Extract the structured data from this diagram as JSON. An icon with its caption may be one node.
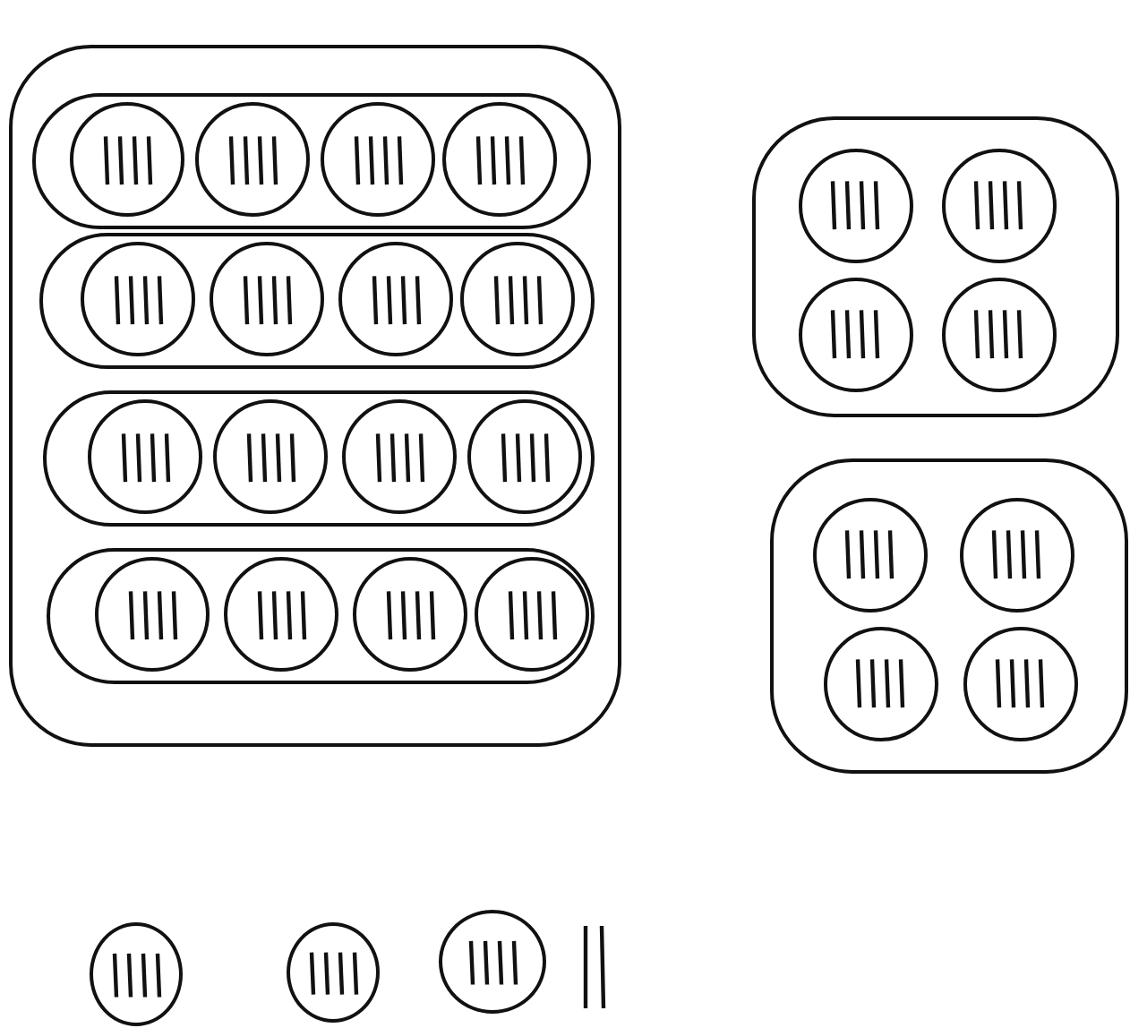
{
  "diagram": {
    "nodes": [
      {
        "text": [],
        "shape": "box"
      },
      {
        "text": [],
        "shape": "box",
        "in": 0
      },
      {
        "text": [],
        "shape": "circle",
        "in": 1
      },
      {
        "text": [],
        "shape": "circle",
        "in": 1
      },
      {
        "text": [],
        "shape": "circle",
        "in": 1
      },
      {
        "text": [],
        "shape": "circle",
        "in": 1
      },
      {
        "text": [],
        "shape": "box",
        "in": 0
      },
      {
        "text": [],
        "shape": "circle",
        "in": 6
      },
      {
        "text": [],
        "shape": "circle",
        "in": 6
      },
      {
        "text": [],
        "shape": "circle",
        "in": 6
      },
      {
        "text": [],
        "shape": "circle",
        "in": 6
      },
      {
        "text": [],
        "shape": "box",
        "in": 0
      },
      {
        "text": [],
        "shape": "circle",
        "in": 11
      },
      {
        "text": [],
        "shape": "circle",
        "in": 11
      },
      {
        "text": [],
        "shape": "circle",
        "in": 11
      },
      {
        "text": [],
        "shape": "circle",
        "in": 11
      },
      {
        "text": [],
        "shape": "box",
        "in": 0
      },
      {
        "text": [],
        "shape": "circle",
        "in": 16
      },
      {
        "text": [],
        "shape": "circle",
        "in": 16
      },
      {
        "text": [],
        "shape": "circle",
        "in": 16
      },
      {
        "text": [],
        "shape": "circle",
        "in": 16
      },
      {
        "text": [],
        "shape": "box"
      },
      {
        "text": [],
        "shape": "circle",
        "in": 21
      },
      {
        "text": [],
        "shape": "circle",
        "in": 21
      },
      {
        "text": [],
        "shape": "circle",
        "in": 21
      },
      {
        "text": [],
        "shape": "circle",
        "in": 21
      },
      {
        "text": [],
        "shape": "box"
      },
      {
        "text": [],
        "shape": "circle",
        "in": 26
      },
      {
        "text": [],
        "shape": "circle",
        "in": 26
      },
      {
        "text": [],
        "shape": "circle",
        "in": 26
      },
      {
        "text": [],
        "shape": "circle",
        "in": 26
      },
      {
        "text": [],
        "shape": "circle"
      },
      {
        "text": [],
        "shape": "circle"
      },
      {
        "text": [],
        "shape": "circle"
      }
    ]
  }
}
